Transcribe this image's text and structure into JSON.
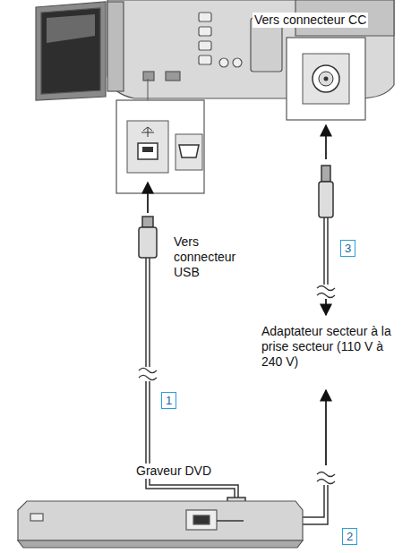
{
  "diagram": {
    "nodes": [
      {
        "text": [
          "3"
        ]
      },
      {
        "text": [
          "1"
        ]
      },
      {
        "text": [
          "2"
        ]
      }
    ],
    "labels": [
      "Vers connecteur CC",
      "Vers connecteur USB",
      "Adaptateur secteur à la prise secteur (110 V à 240 V)",
      "Graveur DVD"
    ]
  }
}
